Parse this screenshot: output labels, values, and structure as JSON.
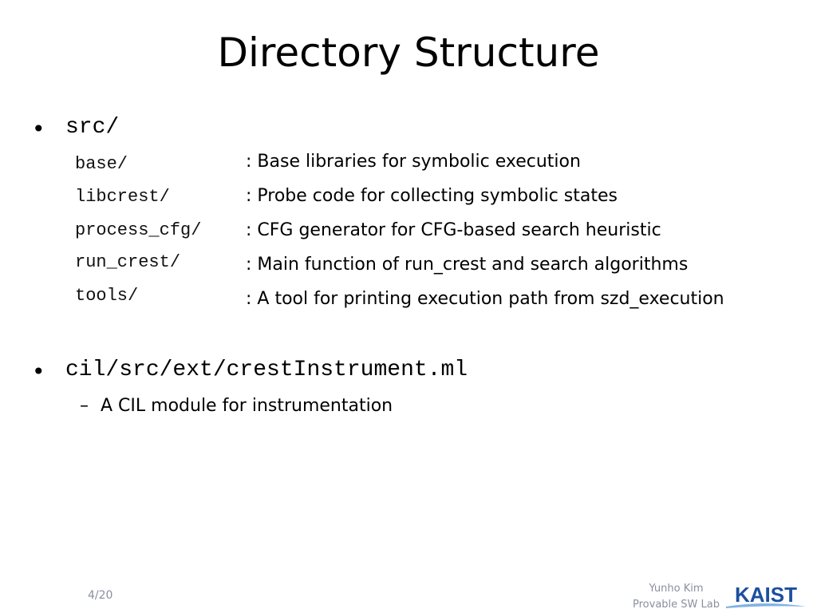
{
  "slide": {
    "title": "Directory Structure",
    "bullets": [
      {
        "text": "src/",
        "items": [
          {
            "dir": "base/",
            "desc": ": Base libraries for symbolic execution"
          },
          {
            "dir": "libcrest/",
            "desc": ": Probe code for collecting symbolic states"
          },
          {
            "dir": "process_cfg/",
            "desc": ": CFG generator for CFG-based search heuristic"
          },
          {
            "dir": "run_crest/",
            "desc": ": Main function of run_crest and search algorithms"
          },
          {
            "dir": "tools/",
            "desc": ": A tool for printing execution path from szd_execution"
          }
        ]
      },
      {
        "text": "cil/src/ext/crestInstrument.ml",
        "subitems": [
          "A CIL module for instrumentation"
        ]
      }
    ],
    "bullet_glyph": "•",
    "dash_glyph": "–"
  },
  "footer": {
    "page": "4/20",
    "author_name": "Yunho Kim",
    "author_lab": "Provable SW Lab",
    "logo_text": "KAIST",
    "logo_color": "#1b4fa0"
  }
}
